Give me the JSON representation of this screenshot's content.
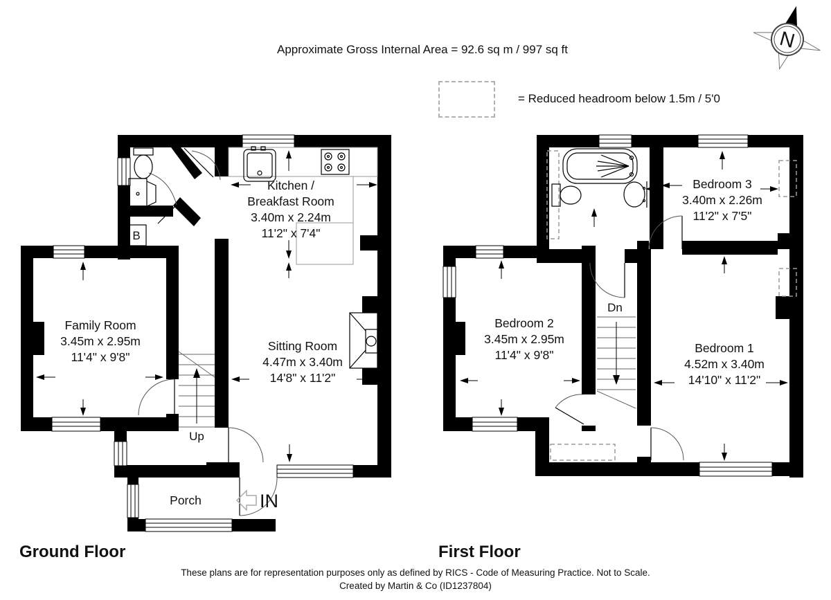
{
  "page": {
    "title": "Approximate Gross Internal Area = 92.6 sq m / 997 sq ft",
    "legend_text": "= Reduced headroom below 1.5m / 5'0",
    "compass_label": "N",
    "footer_line1": "These plans are for representation purposes only as defined by RICS - Code of Measuring Practice. Not to Scale.",
    "footer_line2": "Created by Martin & Co (ID1237804)"
  },
  "ground_floor": {
    "label": "Ground Floor",
    "stairs_label": "Up",
    "entrance_label": "IN",
    "boiler_label": "B",
    "rooms": {
      "kitchen": {
        "name_line1": "Kitchen /",
        "name_line2": "Breakfast Room",
        "dims_metric": "3.40m x 2.24m",
        "dims_imperial": "11'2\" x 7'4\""
      },
      "family_room": {
        "name": "Family Room",
        "dims_metric": "3.45m x 2.95m",
        "dims_imperial": "11'4\" x 9'8\""
      },
      "sitting_room": {
        "name": "Sitting Room",
        "dims_metric": "4.47m x 3.40m",
        "dims_imperial": "14'8\" x 11'2\""
      },
      "porch": {
        "name": "Porch"
      }
    }
  },
  "first_floor": {
    "label": "First Floor",
    "stairs_label": "Dn",
    "rooms": {
      "bedroom1": {
        "name": "Bedroom 1",
        "dims_metric": "4.52m x 3.40m",
        "dims_imperial": "14'10\" x 11'2\""
      },
      "bedroom2": {
        "name": "Bedroom 2",
        "dims_metric": "3.45m x 2.95m",
        "dims_imperial": "11'4\" x 9'8\""
      },
      "bedroom3": {
        "name": "Bedroom 3",
        "dims_metric": "3.40m x 2.26m",
        "dims_imperial": "11'2\" x 7'5\""
      }
    }
  }
}
